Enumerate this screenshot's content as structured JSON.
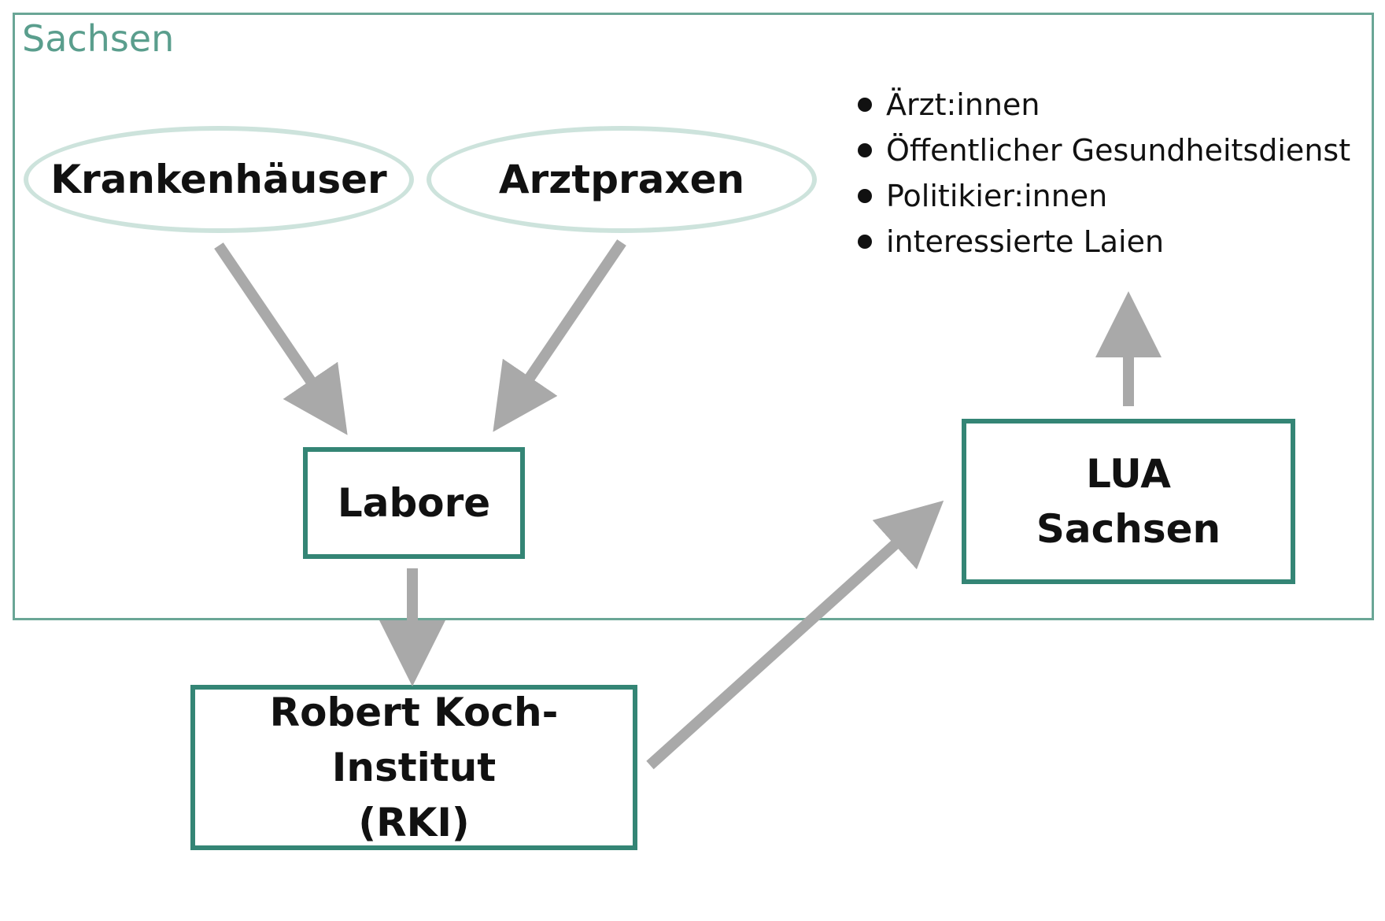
{
  "region": {
    "label": "Sachsen",
    "border_color": "#6aa696",
    "label_color": "#5a9e8d"
  },
  "nodes": {
    "krankenhaeuser": "Krankenhäuser",
    "arztpraxen": "Arztpraxen",
    "labore": "Labore",
    "rki_line1": "Robert Koch-Institut",
    "rki_line2": "(RKI)",
    "lua_line1": "LUA",
    "lua_line2": "Sachsen"
  },
  "audience": [
    "Ärzt:innen",
    "Öffentlicher Gesundheitsdienst",
    "Politikier:innen",
    "interessierte Laien"
  ],
  "colors": {
    "box_border": "#348575",
    "ellipse_border": "#cde3dc",
    "arrow": "#a9a9a9"
  }
}
